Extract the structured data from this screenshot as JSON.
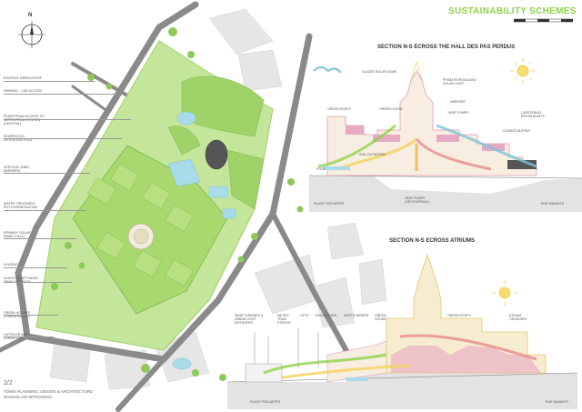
{
  "header": {
    "title": "SUSTAINABILITY SCHEMES",
    "north_label": "N"
  },
  "legend": {
    "items": [
      "ROOFING GREEN ROOF",
      "PARKING - CAR ACCESS",
      "PEDESTRIAN ACCESS TO METRO/TRAM STATION (CENTRAL)",
      "SHARROCKS RETENTION POOL",
      "VERTICAL WIND BARRIERS",
      "WATER TREATMENT PHYTOREMEDIATION",
      "PRIMARY SOLAR PANEL FIELD",
      "GLAZING",
      "GLASS COURTYARDS DEVELOPMENTS",
      "GREEN HOUSES (TRANSPARENT)",
      "OUTDOOR ART EXHIBITION"
    ]
  },
  "section1": {
    "title": "SECTION N-S ECROSS THE HALL DES PAS PERDUS",
    "labels": {
      "glazed_dome": "GLAZED SOLAR DOME",
      "prism": "PRISM INTRODUCING SOLAR LIGHT",
      "mirrors": "MIRRORS",
      "green_roofs": "GREEN ROOFS",
      "green_house": "GREEN HOUSE",
      "heat_pumps": "HEAT PUMPS",
      "cafeteria": "CAFETERIAS RESTAURANTS",
      "pool": "POOL",
      "soil": "SOIL FILTRATION",
      "heat_pumps_2": "HEAT PUMPS (GEOTHERMAL)",
      "left_street": "PLACE POELAERTS",
      "right_street": "RUE WAVANTS",
      "climate": "CLIMATE BUFFER"
    }
  },
  "section2": {
    "title": "SECTION N-S ECROSS ATRIUMS",
    "labels": {
      "wind": "WIND TURBINES & URBAN LIGHT DIFFUSERS",
      "metro": "METRO TRAM STATION",
      "lifts": "LIFTS",
      "escalators": "ESCALATORS",
      "water_mirror": "WATER MIRROR",
      "green_house": "GREEN HOUSE",
      "green_roofs": "GREEN ROOFS",
      "atrium": "ATRIUM ORANGERY",
      "left_street": "PLACE POELAERTS",
      "right_street": "RUE WAVANTS"
    }
  },
  "footer": {
    "page": "2/2",
    "line1": "TOWN PLANNING, DESIGN & ARCHITECTURE",
    "line2": "BOGUSLAW WITKOWSKI"
  },
  "colors": {
    "accent": "#8fd24a",
    "road": "#8a8a8a",
    "green": "#a8d86e",
    "water": "#a9dceb",
    "pink": "#e7a9c4",
    "yellow": "#f2d25a"
  }
}
